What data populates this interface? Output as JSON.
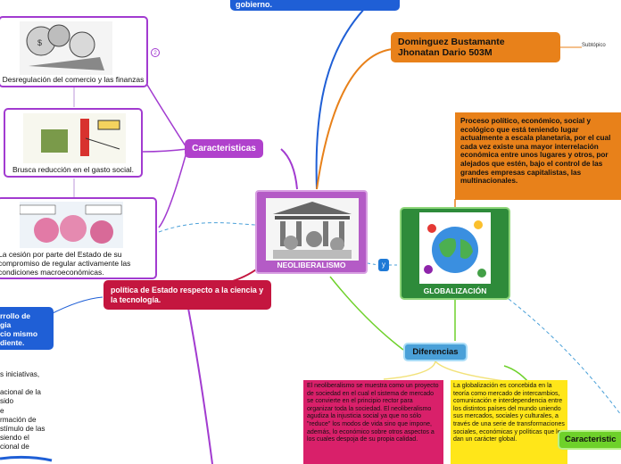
{
  "title": "NEOLIBERALISMO",
  "globalization": {
    "label": "GLOBALIZACIÓN"
  },
  "connector": {
    "label": "y"
  },
  "top_topic": {
    "text": "gobierno."
  },
  "authors": {
    "line1": "Dominguez Bustamante",
    "line2": "Jhonatan Dario 503M",
    "subtopic_label": "Subtópico"
  },
  "caracteristicas": {
    "label": "Caracteristicas"
  },
  "caracteristicas_right": {
    "label": "Caracteristic"
  },
  "politica": {
    "text": "política de Estado respecto a la ciencia y la tecnología."
  },
  "diferencias": {
    "label": "Diferencias"
  },
  "globalization_definition": "Proceso político, económico, social y ecológico que está teniendo lugar actualmente a escala planetaria, por el cual cada vez existe una mayor interrelación económica entre unos lugares y otros, por alejados que estén, bajo el control de las grandes empresas capitalistas, las multinacionales.",
  "cards": [
    {
      "caption": "Desregulación del comercio y las finanzas",
      "badge": "2"
    },
    {
      "caption": "Brusca reducción en el gasto social."
    },
    {
      "caption": "La cesión por parte del Estado de su compromiso de regular activamente las condiciones macroeconómicas."
    }
  ],
  "left_blue": {
    "lines": [
      "rrollo de",
      "gia",
      "cio mismo",
      "diente."
    ]
  },
  "left_text": {
    "lines": [
      "s iniciativas,",
      "",
      "acional de la",
      "sido",
      "e",
      "rmación de",
      "stímulo de las",
      "siendo el",
      "cional de"
    ]
  },
  "diff_neo": "El neoliberalismo se muestra como un proyecto de sociedad en el cual el sistema de mercado se convierte en el principio rector para organizar toda la sociedad. El neoliberalismo agudiza la injusticia social ya que no sólo \"reduce\" los modos de vida sino que impone, además, lo económico sobre otros aspectos a los cuales despoja de su propia calidad.",
  "diff_glob": "La globalización es concebida en la teoría como mercado de intercambios, comunicación e interdependencia entre los distintos países del mundo uniendo sus mercados, sociales y culturales, a través de una serie de transformaciones sociales, económicas y políticas que les dan un carácter global.",
  "colors": {
    "purple": "#a23bd0",
    "crimson": "#c4163f",
    "orange": "#e8811a",
    "green": "#2e8b3a",
    "blue": "#1f5fd6",
    "yellow": "#ffe619",
    "magenta": "#d9206a"
  }
}
